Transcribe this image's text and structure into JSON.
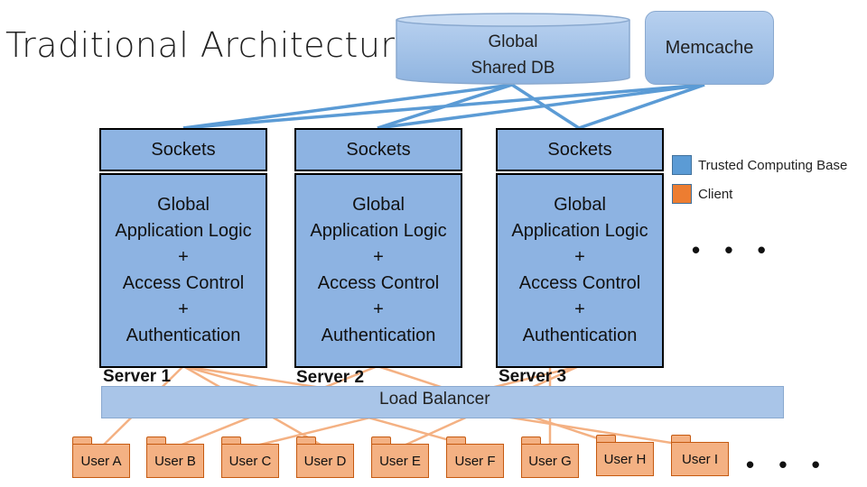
{
  "title": "Traditional Architecture",
  "global_db": {
    "line1": "Global",
    "line2": "Shared DB"
  },
  "memcache": "Memcache",
  "servers": [
    {
      "sockets": "Sockets",
      "logic": [
        "Global",
        "Application Logic",
        "+",
        "Access Control",
        "+",
        "Authentication"
      ],
      "label": "Server 1"
    },
    {
      "sockets": "Sockets",
      "logic": [
        "Global",
        "Application Logic",
        "+",
        "Access Control",
        "+",
        "Authentication"
      ],
      "label": "Server 2"
    },
    {
      "sockets": "Sockets",
      "logic": [
        "Global",
        "Application Logic",
        "+",
        "Access Control",
        "+",
        "Authentication"
      ],
      "label": "Server 3"
    }
  ],
  "load_balancer": "Load Balancer",
  "legend": [
    {
      "label": "Trusted Computing Base",
      "color": "#5b9bd5"
    },
    {
      "label": "Client",
      "color": "#ed7d31"
    }
  ],
  "ellipsis": "• • •",
  "users": [
    "User A",
    "User B",
    "User C",
    "User D",
    "User E",
    "User F",
    "User G",
    "User H",
    "User I"
  ],
  "colors": {
    "server_fill": "#8db3e2",
    "connection_blue": "#5b9bd5",
    "connection_orange": "#f4b183"
  }
}
